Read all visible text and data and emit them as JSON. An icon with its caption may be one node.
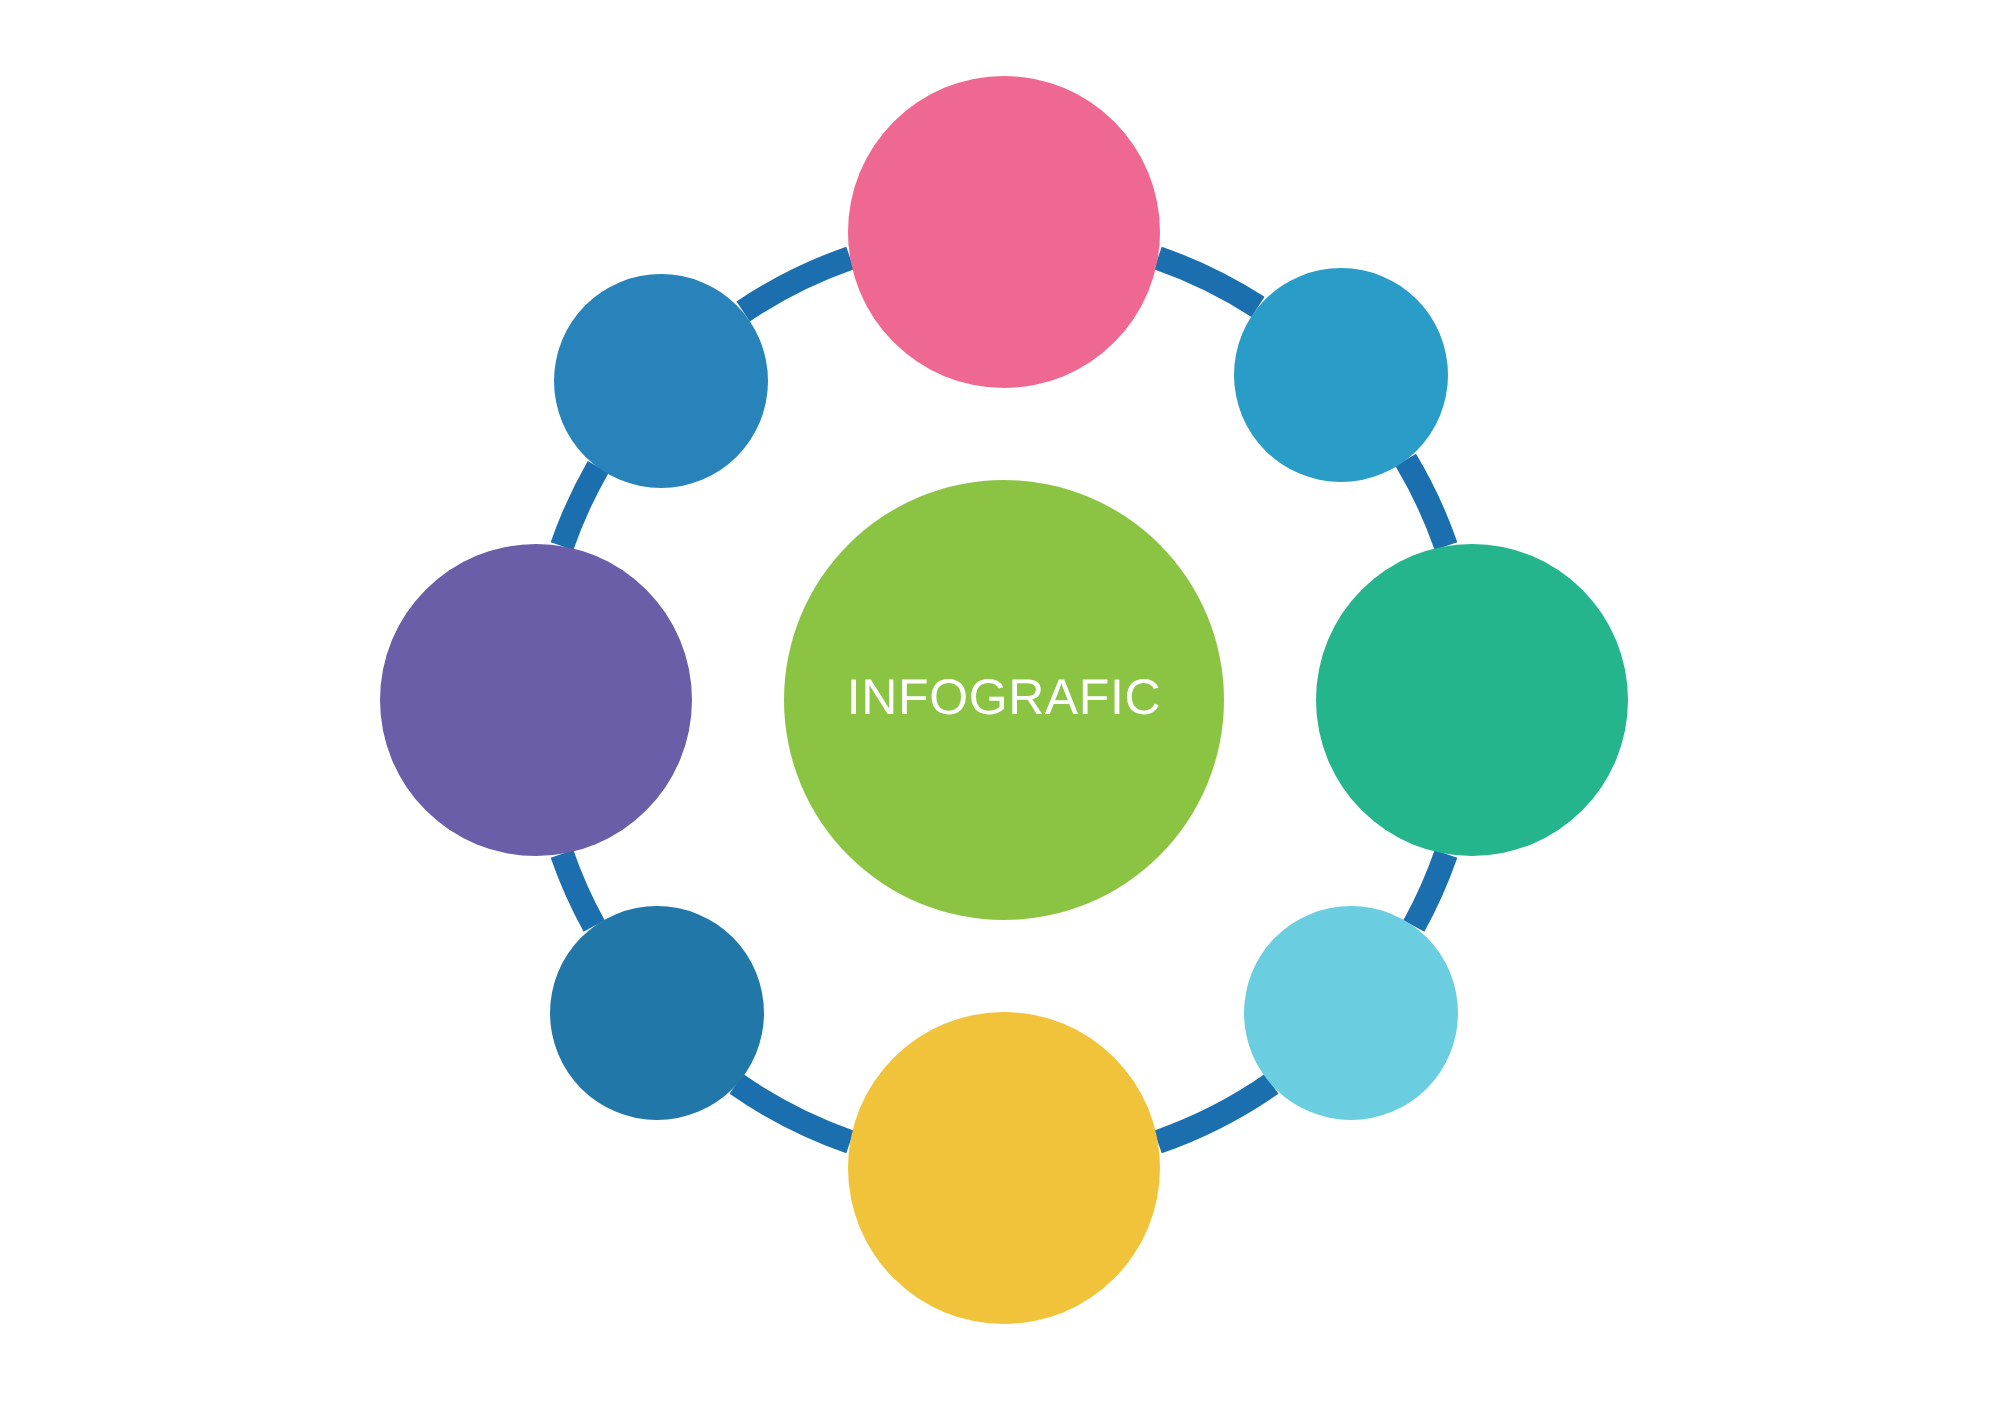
{
  "diagram": {
    "nodes": [
      {
        "text": [
          "INFOGRAFIC"
        ]
      },
      {
        "text": [],
        "shape": "circle"
      },
      {
        "text": [],
        "shape": "circle"
      },
      {
        "text": [],
        "shape": "circle"
      },
      {
        "text": [],
        "shape": "circle"
      },
      {
        "text": [],
        "shape": "circle"
      },
      {
        "text": [],
        "shape": "circle"
      },
      {
        "text": [],
        "shape": "circle"
      },
      {
        "text": [],
        "shape": "circle"
      }
    ],
    "edges": [
      {
        "from": 1,
        "to": 3,
        "arrow": "none"
      },
      {
        "from": 3,
        "to": 5,
        "arrow": "none"
      },
      {
        "from": 5,
        "to": 7,
        "arrow": "none"
      },
      {
        "from": 7,
        "to": 8,
        "arrow": "none"
      },
      {
        "from": 8,
        "to": 6,
        "arrow": "none"
      },
      {
        "from": 6,
        "to": 4,
        "arrow": "none"
      },
      {
        "from": 4,
        "to": 2,
        "arrow": "none"
      },
      {
        "from": 2,
        "to": 1,
        "arrow": "none"
      }
    ]
  }
}
